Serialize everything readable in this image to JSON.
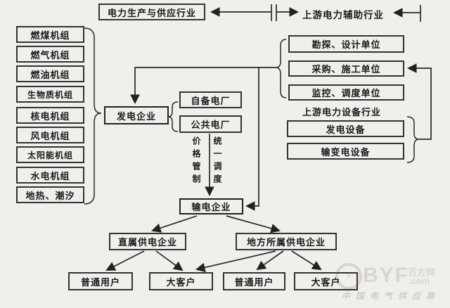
{
  "header": {
    "left_industry": "电力生产与供应行业",
    "right_industry": "上游电力辅助行业"
  },
  "generation_units": [
    "燃煤机组",
    "燃气机组",
    "燃油机组",
    "生物质机组",
    "核电机组",
    "风电机组",
    "太阳能机组",
    "水电机组",
    "地热、潮汐"
  ],
  "auxiliary_units": [
    "勘探、设计单位",
    "采购、施工单位",
    "监控、调度单位"
  ],
  "equipment_industry": {
    "label": "上游电力设备行业",
    "items": [
      "发电设备",
      "输变电设备"
    ]
  },
  "plants": [
    "自备电厂",
    "公共电厂"
  ],
  "companies": {
    "generation": "发电企业",
    "transmission": "输电企业",
    "direct_supply": "直属供电企业",
    "local_supply": "地方所属供电企业"
  },
  "customers": [
    "普通用户",
    "大客户",
    "普通用户",
    "大客户"
  ],
  "regulation": {
    "price": "价格管制",
    "dispatch": "统一调度"
  },
  "watermark": {
    "brand": "BYF",
    "site_name": "百方网",
    "domain": ".com",
    "tagline": "中国电气供应商"
  },
  "colors": {
    "background": "#f1efec",
    "line": "#2a2a2a",
    "box_border": "#333333",
    "text": "#1b1b1b",
    "watermark": "#d7d4d0"
  }
}
